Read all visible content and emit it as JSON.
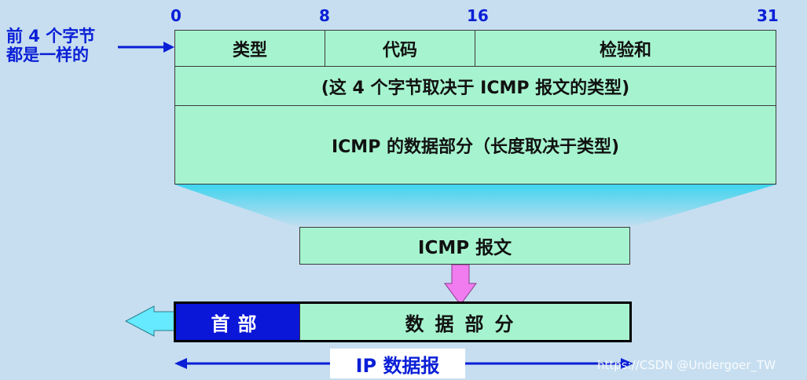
{
  "bit_positions": [
    "0",
    "8",
    "16",
    "31"
  ],
  "side_note": {
    "line1": "前 4 个字节",
    "line2": "都是一样的"
  },
  "icmp_message": {
    "field_type": "类型",
    "field_code": "代码",
    "field_checksum": "检验和",
    "row2": "(这 4 个字节取决于 ICMP 报文的类型)",
    "row3": "ICMP 的数据部分（长度取决于类型)"
  },
  "icmp_box_label": "ICMP 报文",
  "ip_datagram": {
    "header": "首部",
    "data": "数据部分",
    "label": "IP 数据报"
  },
  "watermark": "https://CSDN @Undergoer_TW",
  "colors": {
    "background": "#c6def0",
    "field_fill": "#a6f4cf",
    "accent_blue": "#0a1fd6",
    "header_blue": "#0a16d8",
    "arrow_pink": "#f07cf0",
    "arrow_cyan": "#66eaff"
  }
}
